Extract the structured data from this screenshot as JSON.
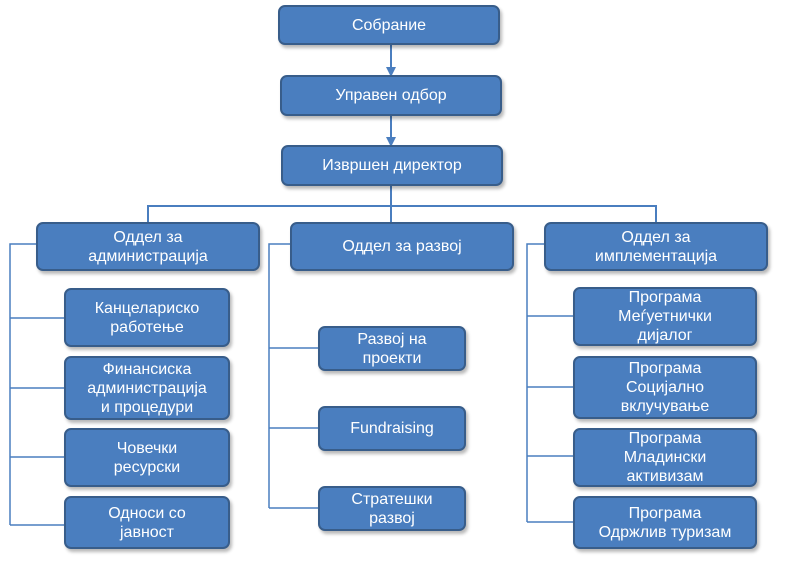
{
  "org_chart": {
    "top": [
      {
        "id": "assembly",
        "label": "Собрание"
      },
      {
        "id": "board",
        "label": "Управен одбор"
      },
      {
        "id": "director",
        "label": "Извршен директор"
      }
    ],
    "departments": [
      {
        "id": "administration",
        "label": "Оддел за\nадминистрација",
        "units": [
          {
            "id": "office-work",
            "label": "Канцелариско\nработење"
          },
          {
            "id": "finance",
            "label": "Финансиска\nадминистрација\nи процедури"
          },
          {
            "id": "hr",
            "label": "Човечки\nресурски"
          },
          {
            "id": "pr",
            "label": "Односи со\nјавност"
          }
        ]
      },
      {
        "id": "development",
        "label": "Оддел за развој",
        "units": [
          {
            "id": "project-dev",
            "label": "Развој на\nпроекти"
          },
          {
            "id": "fundraising",
            "label": "Fundraising"
          },
          {
            "id": "strategic-dev",
            "label": "Стратешки\nразвој"
          }
        ]
      },
      {
        "id": "implementation",
        "label": "Оддел за\nимплементација",
        "units": [
          {
            "id": "interethnic",
            "label": "Програма\nМеѓуетнички\nдијалог"
          },
          {
            "id": "social-inclusion",
            "label": "Програма\nСоцијално\nвклучување"
          },
          {
            "id": "youth-activism",
            "label": "Програма\nМладински\nактивизам"
          },
          {
            "id": "sustainable-tourism",
            "label": "Програма\nОдржлив туризам"
          }
        ]
      }
    ]
  },
  "colors": {
    "box_fill": "#4a7ebf",
    "box_border": "#385d8a",
    "connector": "#4a7ebf",
    "text": "#ffffff"
  }
}
